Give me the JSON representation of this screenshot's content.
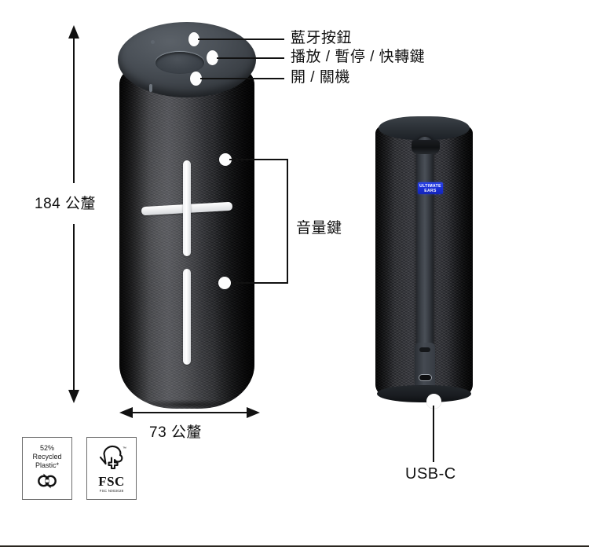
{
  "diagram": {
    "title": "Ultimate Ears portable speaker dimensions and controls",
    "accent_blue": "#1b2fd6",
    "line_color": "#111111"
  },
  "callouts": [
    {
      "id": "bluetooth",
      "label": "藍牙按鈕"
    },
    {
      "id": "play-pause",
      "label": "播放 / 暫停 / 快轉鍵"
    },
    {
      "id": "power",
      "label": "開 / 關機"
    },
    {
      "id": "volume",
      "label": "音量鍵"
    },
    {
      "id": "usbc",
      "label": "USB-C"
    }
  ],
  "dimensions": {
    "height": {
      "value": "184 公釐",
      "orientation": "vertical"
    },
    "width": {
      "value": "73 公釐",
      "orientation": "horizontal"
    }
  },
  "badges": {
    "recycled": {
      "line1": "52%",
      "line2": "Recycled",
      "line3": "Plastic*",
      "icon": "recycling-loop-icon"
    },
    "fsc": {
      "word": "FSC",
      "code": "FSC N003028",
      "trademark": "™",
      "icon": "fsc-tree-checkmark-icon"
    }
  },
  "product": {
    "brand_badge_line1": "ULTIMATE",
    "brand_badge_line2": "EARS"
  }
}
